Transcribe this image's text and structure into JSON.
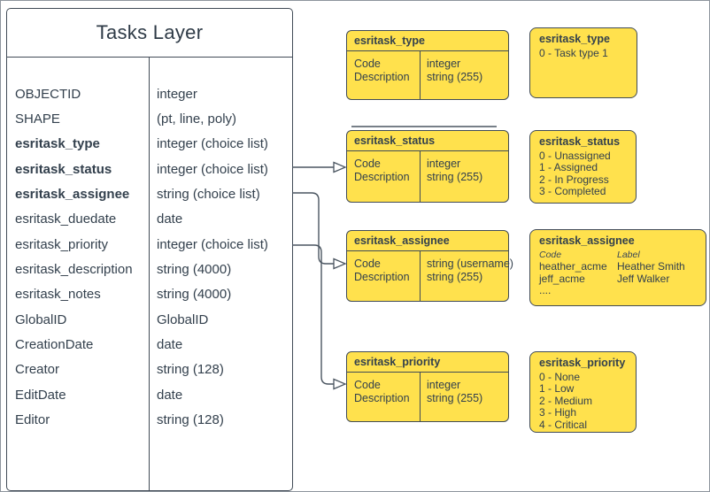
{
  "main_table": {
    "title": "Tasks Layer",
    "fields": [
      {
        "name": "OBJECTID",
        "type": "integer",
        "bold": false
      },
      {
        "name": "SHAPE",
        "type": "(pt, line, poly)",
        "bold": false
      },
      {
        "name": "esritask_type",
        "type": "integer (choice list)",
        "bold": true
      },
      {
        "name": "esritask_status",
        "type": "integer (choice list)",
        "bold": true
      },
      {
        "name": "esritask_assignee",
        "type": "string (choice list)",
        "bold": true
      },
      {
        "name": "esritask_duedate",
        "type": "date",
        "bold": false
      },
      {
        "name": "esritask_priority",
        "type": "integer (choice list)",
        "bold": false
      },
      {
        "name": "esritask_description",
        "type": "string (4000)",
        "bold": false
      },
      {
        "name": "esritask_notes",
        "type": "string (4000)",
        "bold": false
      },
      {
        "name": "GlobalID",
        "type": "GlobalID",
        "bold": false
      },
      {
        "name": "CreationDate",
        "type": "date",
        "bold": false
      },
      {
        "name": "Creator",
        "type": "string (128)",
        "bold": false
      },
      {
        "name": "EditDate",
        "type": "date",
        "bold": false
      },
      {
        "name": "Editor",
        "type": "string (128)",
        "bold": false
      }
    ]
  },
  "schema_boxes": [
    {
      "title": "esritask_type",
      "rows": [
        {
          "name": "Code",
          "type": "integer"
        },
        {
          "name": "Description",
          "type": "string (255)"
        }
      ]
    },
    {
      "title": "esritask_status",
      "rows": [
        {
          "name": "Code",
          "type": "integer"
        },
        {
          "name": "Description",
          "type": "string (255)"
        }
      ]
    },
    {
      "title": "esritask_assignee",
      "rows": [
        {
          "name": "Code",
          "type": "string (username)"
        },
        {
          "name": "Description",
          "type": "string (255)"
        }
      ]
    },
    {
      "title": "esritask_priority",
      "rows": [
        {
          "name": "Code",
          "type": "integer"
        },
        {
          "name": "Description",
          "type": "string (255)"
        }
      ]
    }
  ],
  "domain_boxes": [
    {
      "title": "esritask_type",
      "values": [
        "0 - Task type 1"
      ]
    },
    {
      "title": "esritask_status",
      "values": [
        "0 - Unassigned",
        "1 - Assigned",
        "2 - In Progress",
        "3 - Completed"
      ]
    },
    {
      "title": "esritask_assignee",
      "column_headers": [
        "Code",
        "Label"
      ],
      "entries": [
        [
          "heather_acme",
          "Heather Smith"
        ],
        [
          "jeff_acme",
          "Jeff Walker"
        ]
      ],
      "more": "...."
    },
    {
      "title": "esritask_priority",
      "values": [
        "0 - None",
        "1 - Low",
        "2 - Medium",
        "3 - High",
        "4 - Critical"
      ]
    }
  ],
  "colors": {
    "box_fill": "#ffe14d",
    "shape_border": "#414b56",
    "text": "#33404d",
    "connector": "#4a5560"
  }
}
